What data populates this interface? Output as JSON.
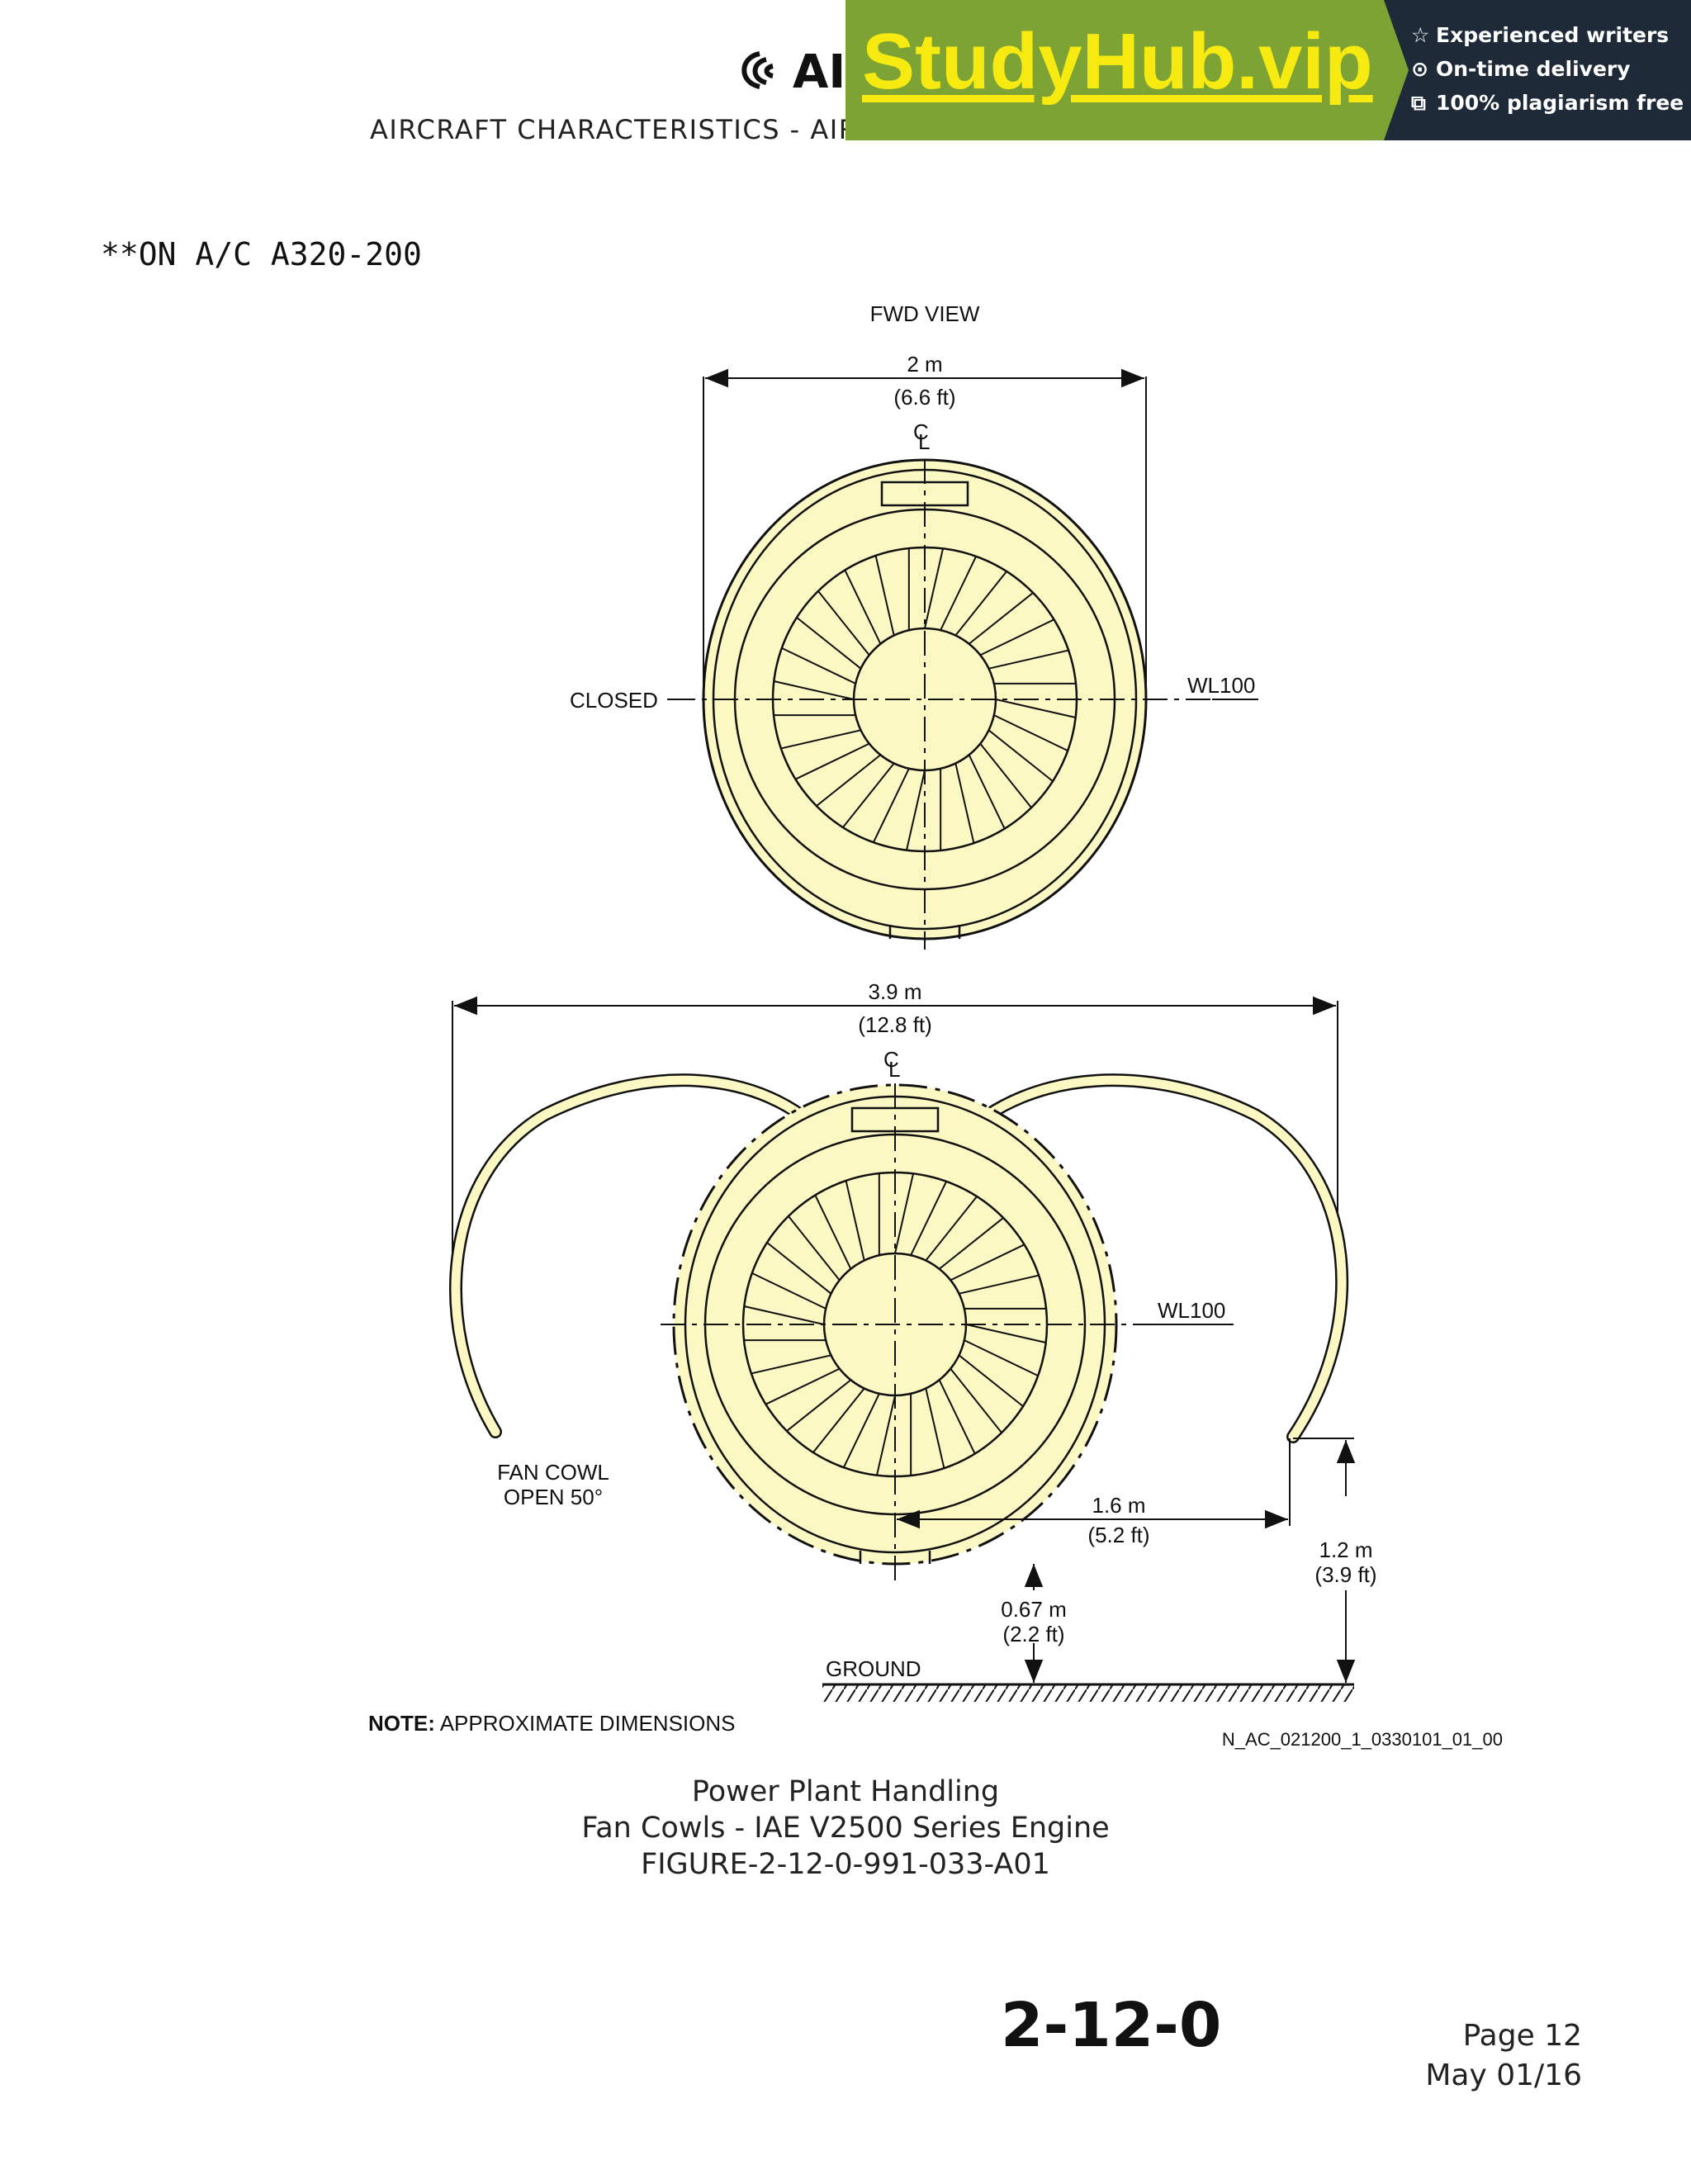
{
  "header": {
    "logo_text": "AI",
    "subtitle": "AIRCRAFT CHARACTERISTICS - AIRPORT AND MAINTENANCE PLANNING"
  },
  "banner": {
    "brand": "StudyHub.vip",
    "features": [
      {
        "icon": "star-icon",
        "label": "Experienced writers"
      },
      {
        "icon": "clock-icon",
        "label": "On-time delivery"
      },
      {
        "icon": "copy-icon",
        "label": "100% plagiarism free"
      }
    ],
    "colors": {
      "green": "#7ea335",
      "dark": "#1e2a38",
      "yellow": "#f6ea10"
    }
  },
  "effectivity": "**ON A/C A320-200",
  "figure": {
    "fill_color": "#fbf8c4",
    "top_view": {
      "title": "FWD VIEW",
      "width_m": "2 m",
      "width_ft": "(6.6 ft)",
      "centerline_c": "C",
      "centerline_l": "L",
      "closed_label": "CLOSED",
      "wl_label": "WL100"
    },
    "bottom_view": {
      "width_m": "3.9 m",
      "width_ft": "(12.8 ft)",
      "centerline_c": "C",
      "centerline_l": "L",
      "wl_label": "WL100",
      "fan_cowl_line1": "FAN COWL",
      "fan_cowl_line2": "OPEN 50°",
      "horiz_m": "1.6 m",
      "horiz_ft": "(5.2 ft)",
      "vert_m": "1.2 m",
      "vert_ft": "(3.9 ft)",
      "clear_m": "0.67 m",
      "clear_ft": "(2.2 ft)",
      "ground_label": "GROUND"
    },
    "note_bold": "NOTE:",
    "note_text": "APPROXIMATE DIMENSIONS",
    "drawing_id": "N_AC_021200_1_0330101_01_00"
  },
  "caption": {
    "line1": "Power Plant Handling",
    "line2": "Fan Cowls - IAE V2500 Series Engine",
    "line3": "FIGURE-2-12-0-991-033-A01"
  },
  "footer": {
    "section": "2-12-0",
    "page": "Page 12",
    "date": "May 01/16"
  }
}
